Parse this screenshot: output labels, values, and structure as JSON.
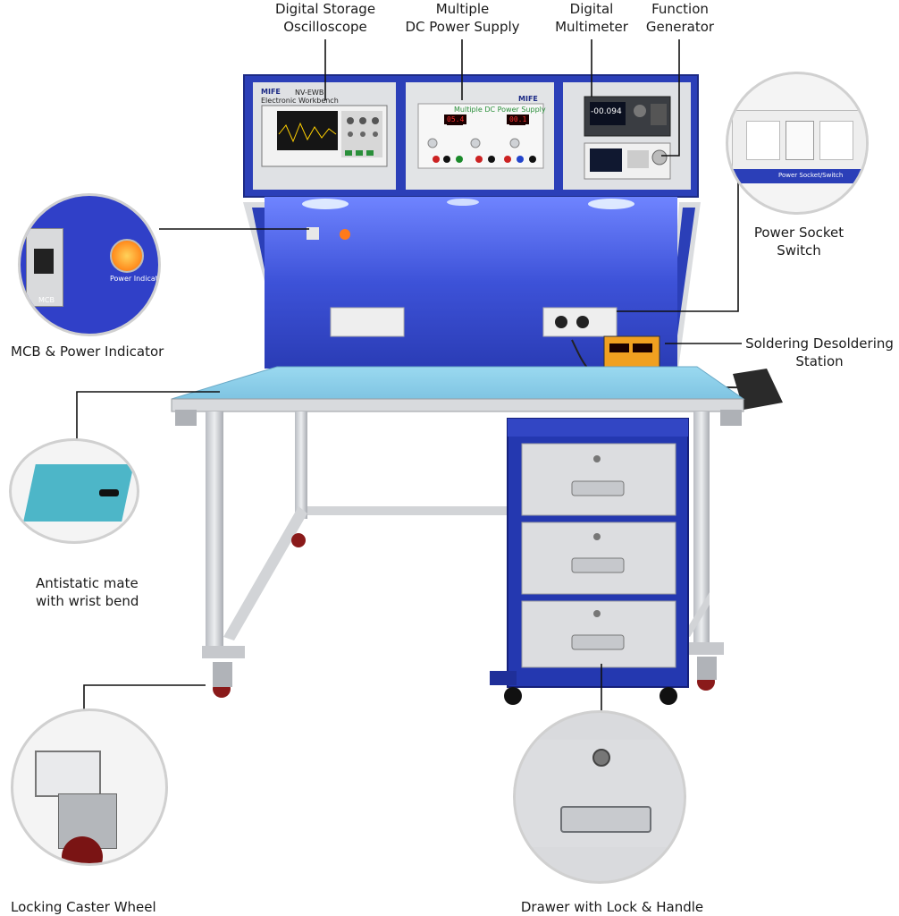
{
  "labels": {
    "oscilloscope": [
      "Digital Storage",
      "Oscilloscope"
    ],
    "power_supply": [
      "Multiple",
      "DC Power Supply"
    ],
    "multimeter": [
      "Digital",
      "Multimeter"
    ],
    "function_generator": [
      "Function",
      "Generator"
    ],
    "power_socket": [
      "Power Socket",
      "Switch"
    ],
    "mcb": "MCB & Power Indicator",
    "soldering": [
      "Soldering Desoldering",
      "Station"
    ],
    "antistatic": [
      "Antistatic mate",
      "with wrist bend"
    ],
    "caster": "Locking Caster Wheel",
    "drawer": "Drawer with Lock & Handle"
  },
  "insets": {
    "mcb_text": "MCB",
    "power_indicator_text": "Power Indicator",
    "socket_switch_text": "Power Socket/Switch"
  },
  "device_text": {
    "brand": "MIFE",
    "model": "NV-EWB",
    "bench_title": "Electronic Workbench",
    "psu_title": "Multiple DC Power Supply",
    "psu_display_1": "05.4",
    "psu_display_2": "00.1",
    "dmm_display": "-00.094"
  },
  "colors": {
    "frame_blue": "#2b3fb8",
    "back_panel": "#3a4fd6",
    "table_top": "#8ed0ea",
    "drawer_body": "#2438b0",
    "drawer_face": "#dcdde0",
    "frame_grey": "#c9ccd1",
    "leader_line": "#111111"
  }
}
